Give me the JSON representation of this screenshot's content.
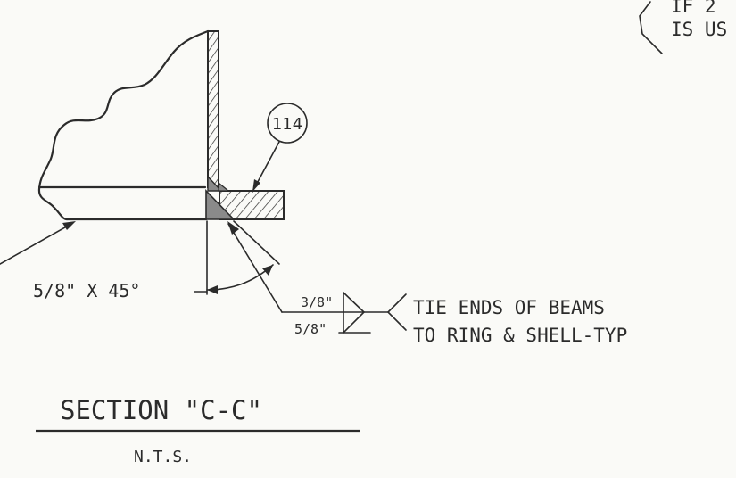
{
  "drawing": {
    "corner_note_line1": "IF 2",
    "corner_note_line2": "IS US",
    "callout_number": "114",
    "chamfer_note": "5/8\" X 45°",
    "weld_top_size": "3/8\"",
    "weld_bottom_size": "5/8\"",
    "weld_note_line1": "TIE ENDS OF BEAMS",
    "weld_note_line2": "TO RING & SHELL-TYP",
    "section_title": "SECTION \"C-C\"",
    "scale_note": "N.T.S."
  },
  "colors": {
    "ink": "#2b2b2b",
    "paper": "#fafaf7",
    "weld_fill": "#8a8a8a"
  }
}
